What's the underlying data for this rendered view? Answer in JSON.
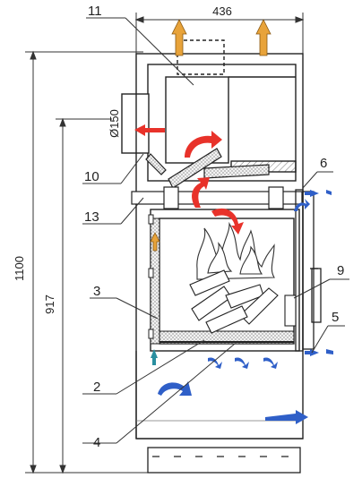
{
  "dimensions": {
    "width_top": "436",
    "height_total": "1100",
    "height_inner": "917",
    "flue_diameter": "Ø150"
  },
  "callouts": {
    "c11": "11",
    "c10": "10",
    "c13": "13",
    "c3": "3",
    "c2": "2",
    "c4": "4",
    "c6": "6",
    "c9": "9",
    "c5": "5"
  },
  "arrow_colors": {
    "hot_air": "#e8322a",
    "cold_air": "#2f5fc8",
    "warm_air_out": "#e8a33a"
  }
}
